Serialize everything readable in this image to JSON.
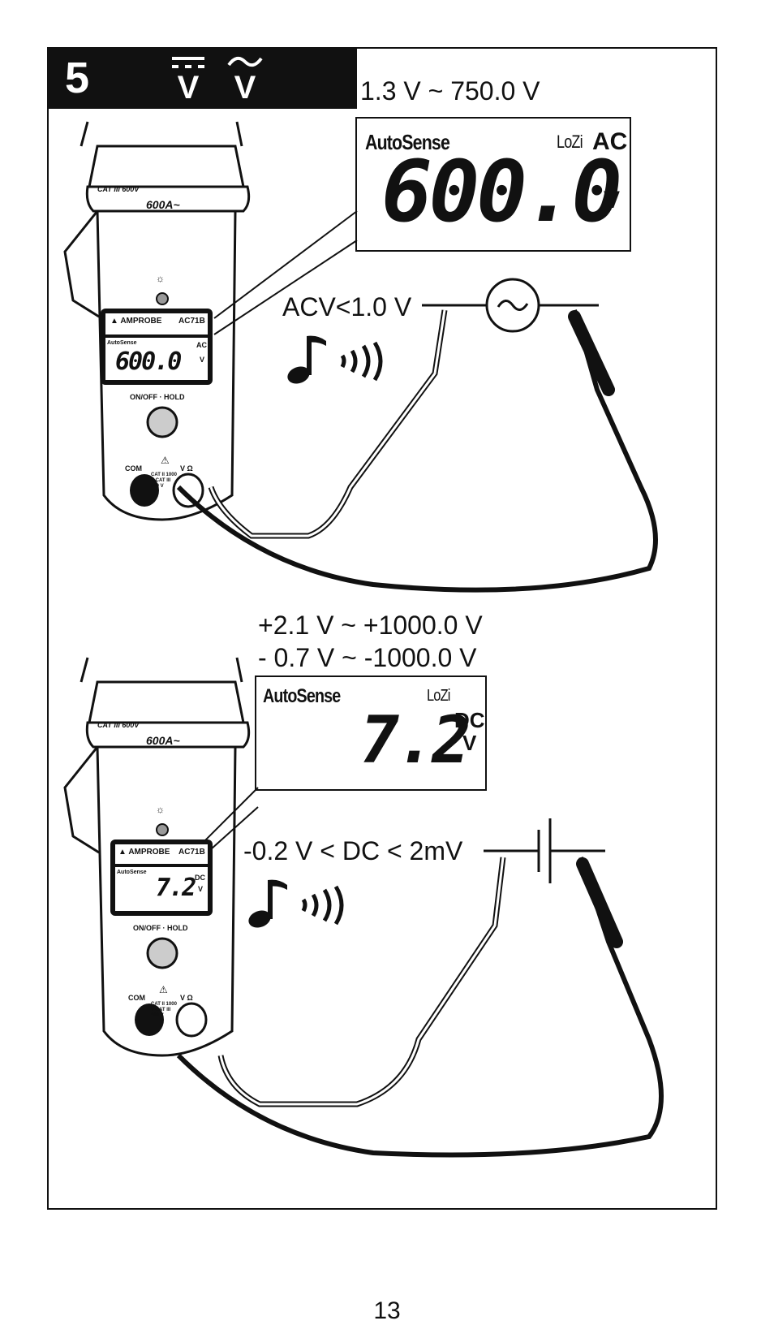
{
  "header": {
    "step_number": "5",
    "dc_symbol_label": "V",
    "ac_symbol_label": "V"
  },
  "panel_ac": {
    "range": "1.3 V ~ 750.0 V",
    "display": {
      "mode_label": "AutoSense",
      "lozi_label": "LoZi",
      "type_label": "AC",
      "reading": "600.0",
      "unit": "V"
    },
    "threshold": "ACV<1.0 V",
    "meter": {
      "brand": "AMPROBE",
      "model": "AC71B",
      "jaw_label": "600A~",
      "cat_label": "CAT III 600V",
      "lcd_mode": "AutoSense",
      "lcd_type": "AC",
      "lcd_reading": "600.0",
      "lcd_unit": "V",
      "button_label": "ON/OFF · HOLD",
      "com_label": "COM",
      "vohm_label": "V Ω",
      "rating_label": "CAT II 1000 V CAT III 600 V"
    }
  },
  "panel_dc": {
    "range_positive": "+2.1 V ~ +1000.0 V",
    "range_negative": "- 0.7 V ~ -1000.0 V",
    "display": {
      "mode_label": "AutoSense",
      "lozi_label": "LoZi",
      "type_label": "DC",
      "reading": "7.2",
      "unit": "V"
    },
    "threshold": "-0.2 V < DC < 2mV",
    "meter": {
      "brand": "AMPROBE",
      "model": "AC71B",
      "jaw_label": "600A~",
      "cat_label": "CAT III 600V",
      "lcd_mode": "AutoSense",
      "lcd_type": "DC",
      "lcd_reading": "7.2",
      "lcd_unit": "V",
      "button_label": "ON/OFF · HOLD",
      "com_label": "COM",
      "vohm_label": "V Ω",
      "rating_label": "CAT II 1000 V CAT III 600 V"
    }
  },
  "page_number": "13",
  "icons": [
    "music-note-icon",
    "sound-waves-icon",
    "ac-source-icon",
    "battery-icon",
    "light-bulb-icon",
    "warning-icon"
  ]
}
